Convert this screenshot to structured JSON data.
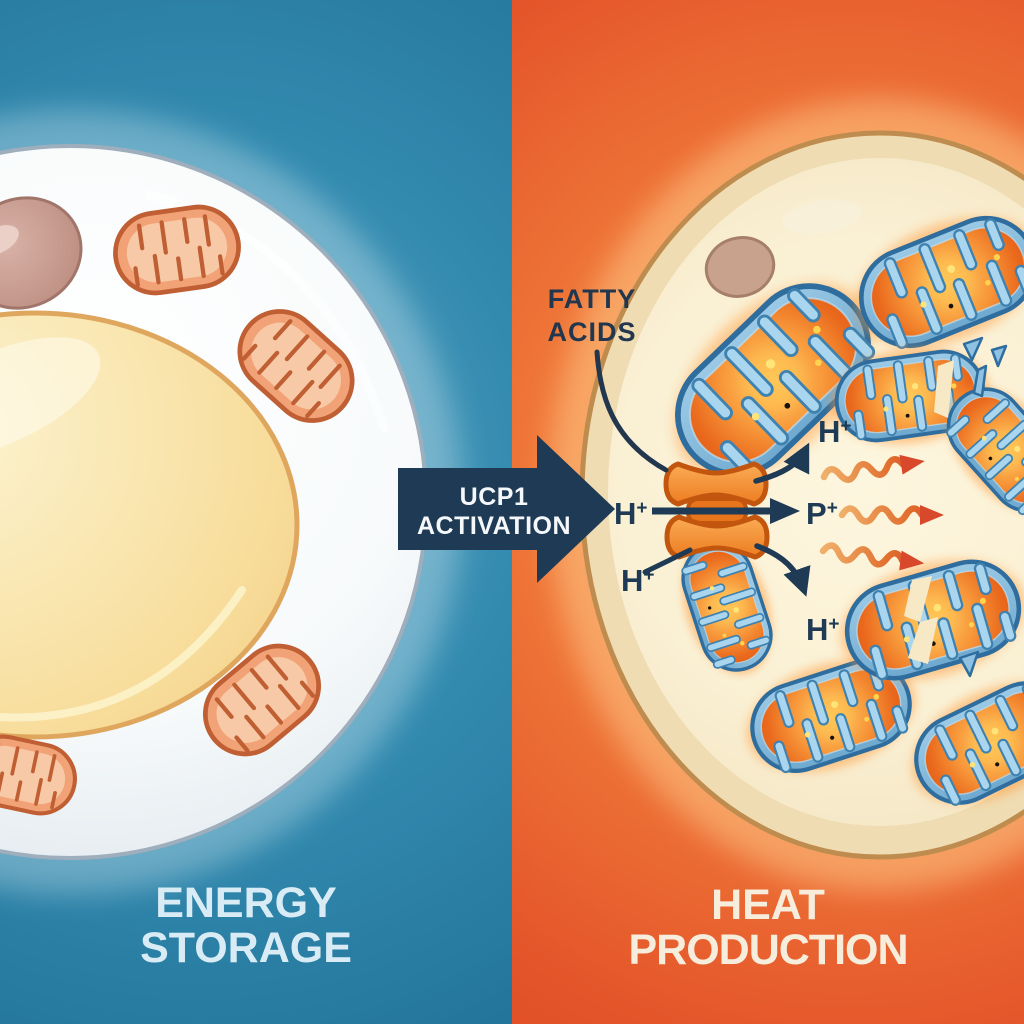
{
  "left_panel": {
    "bg_color": "#2E84AB",
    "title": {
      "line1": "ENERGY",
      "line2": "STORAGE",
      "color": "#D9ECF5"
    }
  },
  "center_arrow": {
    "line1": "UCP1",
    "line2": "ACTIVATION",
    "fill": "#1E3A54",
    "text_color": "#F5F8FB"
  },
  "right_panel": {
    "bg_color": "#EC6A35",
    "title": {
      "line1": "HEAT",
      "line2": "PRODUCTION",
      "color": "#F7EDDC"
    },
    "fatty_acids": {
      "line1": "FATTY",
      "line2": "ACIDS"
    },
    "ions": {
      "proton": {
        "symbol": "H",
        "charge": "+"
      },
      "product": {
        "symbol": "P",
        "charge": "+"
      }
    }
  },
  "colors": {
    "navy_text_arrow": "#1E3A54",
    "white_cell_fill": "#F4F7F9",
    "white_cell_border": "#9FAEBC",
    "lipid_droplet": "#F6CF82",
    "lipid_border": "#DFA75E",
    "nucleus_left": "#C49A8F",
    "mito_white_fill": "#F1A377",
    "mito_white_outline": "#BF5F33",
    "brown_cell_fill": "#F9EFD3",
    "brown_cell_border": "#BE8C4E",
    "mito_brown_membrane": "#8FC2E2",
    "mito_brown_outline": "#2E6D9D",
    "mito_brown_interior": "#EE7424",
    "mito_sparkle": "#FFE579",
    "ucp1_channel": "#F5973F",
    "ucp1_channel_outline": "#C3560E",
    "heat_wave_tail": "#F0B06A",
    "heat_wave_head": "#D8482A"
  }
}
